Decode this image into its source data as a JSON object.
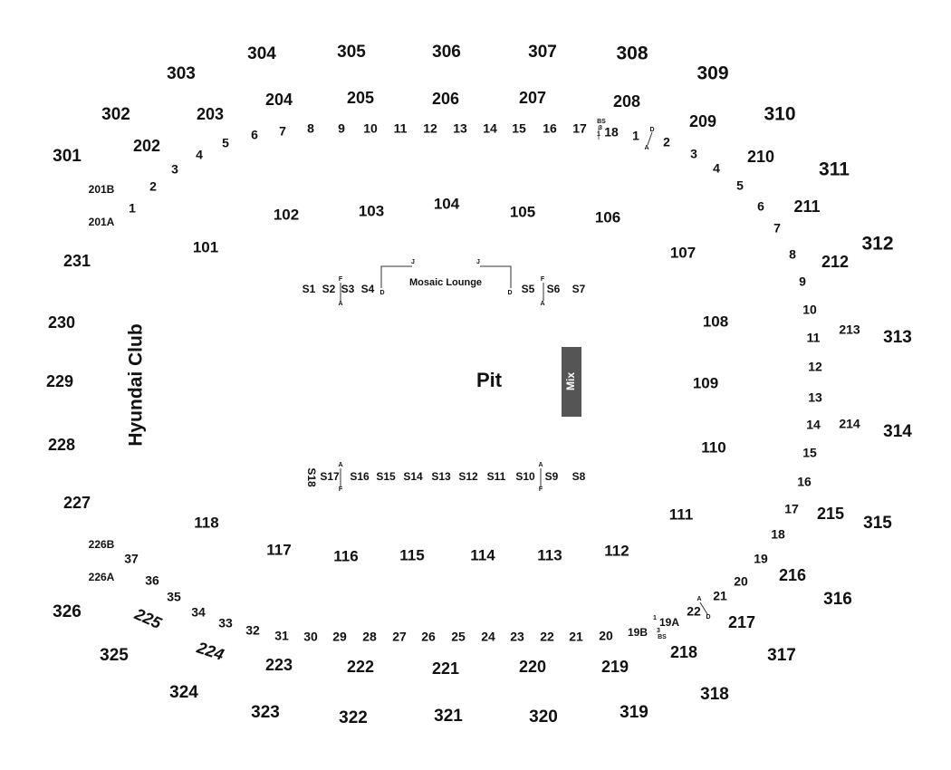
{
  "map": {
    "pit_label": "Pit",
    "club_label": "Hyundai Club",
    "mix_label": "Mix",
    "lounge_label": "Mosaic Lounge",
    "colors": {
      "mix_box": "#555555",
      "text": "#111111",
      "line": "#333333"
    },
    "sections_300": [
      "301",
      "302",
      "303",
      "304",
      "305",
      "306",
      "307",
      "308",
      "309",
      "310",
      "311",
      "312",
      "313",
      "314",
      "315",
      "316",
      "317",
      "318",
      "319",
      "320",
      "321",
      "322",
      "323",
      "324",
      "325",
      "326"
    ],
    "sections_200": [
      "201A",
      "201B",
      "202",
      "203",
      "204",
      "205",
      "206",
      "207",
      "208",
      "209",
      "210",
      "211",
      "212",
      "213",
      "214",
      "215",
      "216",
      "217",
      "218",
      "219",
      "220",
      "221",
      "222",
      "223",
      "224",
      "225",
      "226A",
      "226B",
      "227",
      "228",
      "229",
      "230",
      "231"
    ],
    "sections_100": [
      "101",
      "102",
      "103",
      "104",
      "105",
      "106",
      "107",
      "108",
      "109",
      "110",
      "111",
      "112",
      "113",
      "114",
      "115",
      "116",
      "117",
      "118"
    ],
    "top_rows": [
      "1",
      "2",
      "3",
      "4",
      "5",
      "6",
      "7",
      "8",
      "9",
      "10",
      "11",
      "12",
      "13",
      "14",
      "15",
      "16",
      "17",
      "18"
    ],
    "right_rows": [
      "1",
      "2",
      "3",
      "4",
      "5",
      "6",
      "7",
      "8",
      "9",
      "10",
      "11",
      "12",
      "13",
      "14",
      "15",
      "16",
      "17",
      "18",
      "19",
      "20",
      "21",
      "22",
      "19A",
      "19B"
    ],
    "bottom_rows": [
      "20",
      "21",
      "22",
      "23",
      "24",
      "25",
      "26",
      "27",
      "28",
      "29",
      "30",
      "31",
      "32",
      "33",
      "34",
      "35",
      "36",
      "37"
    ],
    "suites_top": [
      "S1",
      "S2",
      "S3",
      "S4",
      "S5",
      "S6",
      "S7"
    ],
    "suites_bottom": [
      "S8",
      "S9",
      "S10",
      "S11",
      "S12",
      "S13",
      "S14",
      "S15",
      "S16",
      "S17",
      "S18"
    ],
    "markers": [
      "A",
      "D",
      "F",
      "J",
      "BS",
      "3",
      "1"
    ]
  }
}
